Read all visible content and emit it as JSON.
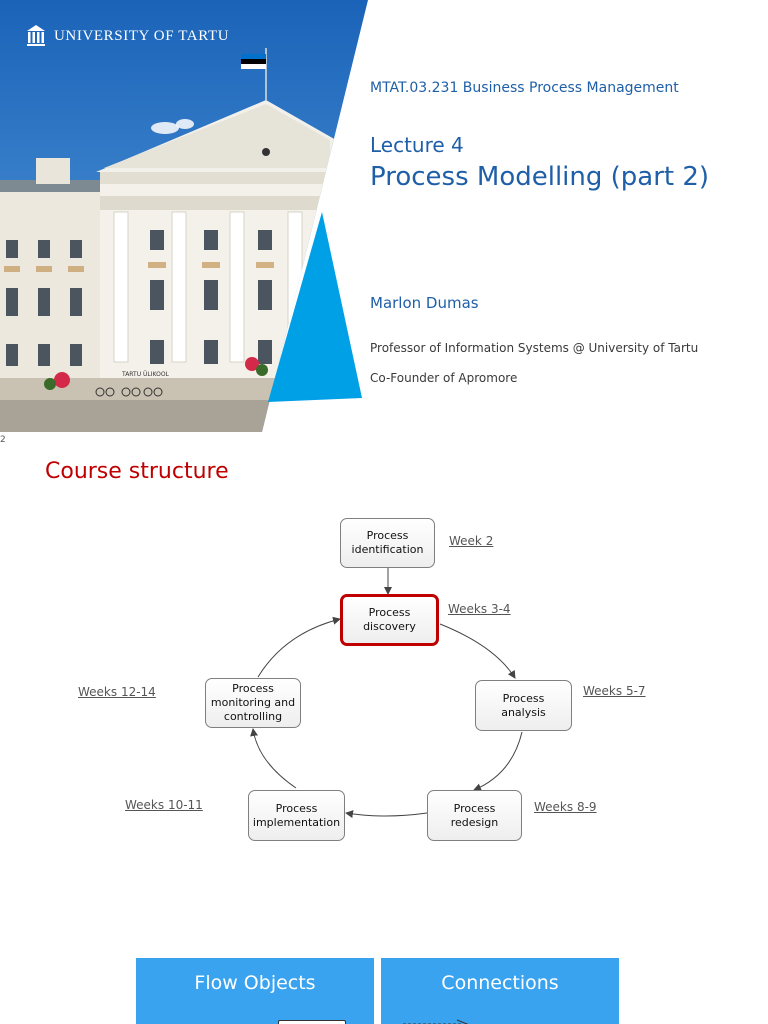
{
  "slide1": {
    "logo_text": "UNIVERSITY OF TARTU",
    "course": "MTAT.03.231 Business Process Management",
    "lecture": "Lecture 4",
    "title": "Process Modelling (part 2)",
    "author": "Marlon Dumas",
    "roles": [
      "Professor of Information Systems @ University of Tartu",
      "Co-Founder of Apromore"
    ],
    "building_sign": "TARTU ÜLIKOOL"
  },
  "page_number": "2",
  "slide2": {
    "title": "Course structure",
    "nodes": {
      "identification": "Process\nidentification",
      "discovery": "Process\ndiscovery",
      "analysis": "Process\nanalysis",
      "redesign": "Process\nredesign",
      "implementation": "Process\nimplementation",
      "monitoring": "Process\nmonitoring and\ncontrolling"
    },
    "weeks": {
      "identification": "Week 2",
      "discovery": "Weeks 3-4",
      "analysis": "Weeks 5-7",
      "redesign": "Weeks 8-9",
      "implementation": "Weeks 10-11",
      "monitoring": "Weeks 12-14"
    },
    "panels": [
      "Flow Objects",
      "Connections"
    ]
  },
  "colors": {
    "brand_blue": "#1f5fa8",
    "accent_red": "#c00000",
    "panel_blue": "#3aa3f0",
    "triangle_cyan": "#00a0e6"
  }
}
